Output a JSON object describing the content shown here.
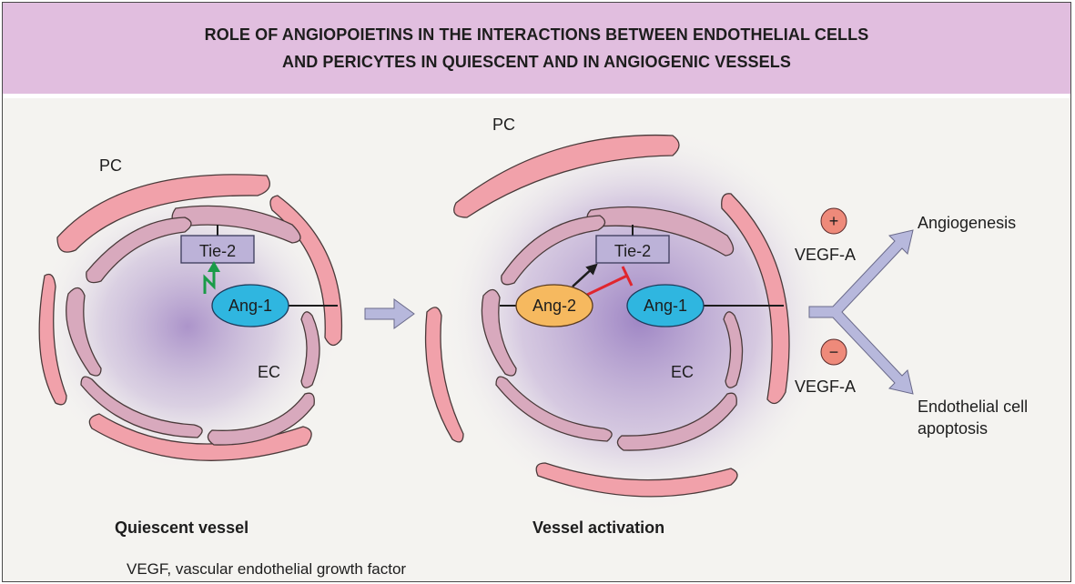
{
  "header": {
    "title_line1": "ROLE OF ANGIOPOIETINS IN THE INTERACTIONS BETWEEN ENDOTHELIAL CELLS",
    "title_line2": "AND PERICYTES IN QUIESCENT AND IN ANGIOGENIC VESSELS"
  },
  "quiescent": {
    "pc_label": "PC",
    "ec_label": "EC",
    "tie2_label": "Tie-2",
    "ang1_label": "Ang-1",
    "caption": "Quiescent vessel"
  },
  "activation": {
    "pc_label": "PC",
    "ec_label": "EC",
    "tie2_label": "Tie-2",
    "ang1_label": "Ang-1",
    "ang2_label": "Ang-2",
    "caption": "Vessel activation"
  },
  "outcomes": {
    "plus_sign": "+",
    "minus_sign": "−",
    "vegf_up": "VEGF-A",
    "vegf_down": "VEGF-A",
    "angiogenesis": "Angiogenesis",
    "apoptosis_line1": "Endothelial cell",
    "apoptosis_line2": "apoptosis"
  },
  "footnote": "VEGF, vascular endothelial growth factor",
  "colors": {
    "header_bg": "#e1bedf",
    "panel_bg": "#f4f3f0",
    "pericyte": "#f1a1aa",
    "endothelial": "#d8a9bd",
    "tie2_box": "#bcb2d8",
    "ang1": "#2fb6e0",
    "ang2": "#f6b95f",
    "inhibit": "#e0262e",
    "activate_green": "#1a9b48",
    "arrow": "#b7b8dc"
  }
}
